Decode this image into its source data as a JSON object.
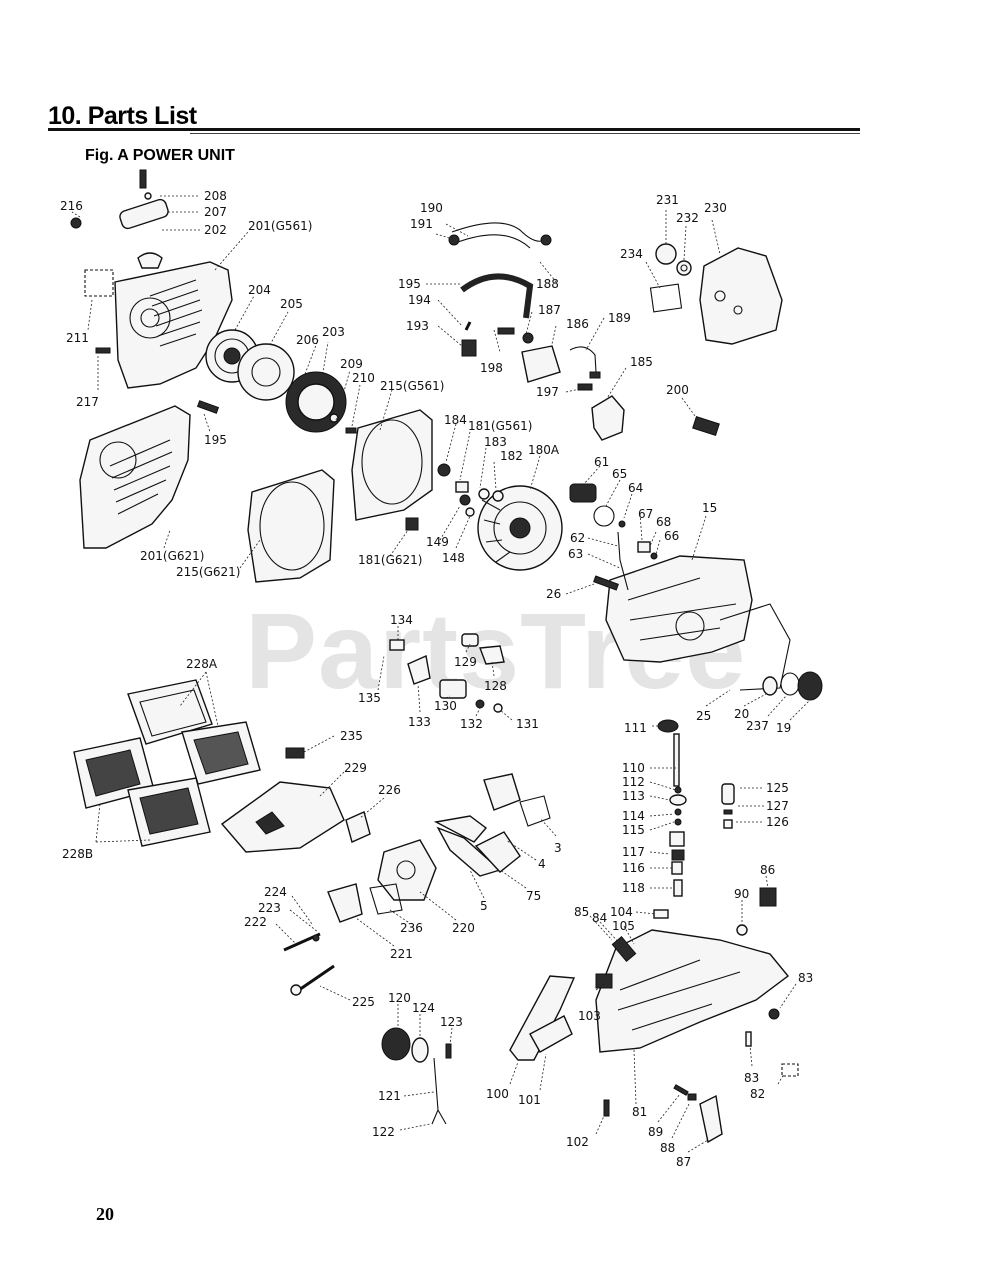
{
  "section_title": "10. Parts List",
  "figure_title": "Fig. A  POWER UNIT",
  "page_number": "20",
  "watermark": "PartsTree",
  "part_labels": [
    "216",
    "208",
    "207",
    "202",
    "201(G561)",
    "211",
    "217",
    "204",
    "205",
    "206",
    "203",
    "195",
    "209",
    "210",
    "215(G561)",
    "201(G621)",
    "215(G621)",
    "190",
    "191",
    "188",
    "195",
    "194",
    "187",
    "186",
    "193",
    "198",
    "189",
    "197",
    "185",
    "231",
    "232",
    "230",
    "234",
    "200",
    "184",
    "181(G561)",
    "183",
    "182",
    "180A",
    "149",
    "148",
    "181(G621)",
    "61",
    "65",
    "64",
    "67",
    "68",
    "66",
    "15",
    "62",
    "63",
    "26",
    "134",
    "135",
    "129",
    "128",
    "130",
    "133",
    "132",
    "131",
    "25",
    "20",
    "237",
    "19",
    "228A",
    "235",
    "229",
    "226",
    "228B",
    "3",
    "4",
    "75",
    "224",
    "223",
    "222",
    "221",
    "236",
    "220",
    "5",
    "225",
    "111",
    "110",
    "112",
    "113",
    "114",
    "115",
    "117",
    "116",
    "118",
    "125",
    "127",
    "126",
    "86",
    "90",
    "85",
    "84",
    "104",
    "105",
    "103",
    "83",
    "83",
    "82",
    "120",
    "124",
    "123",
    "121",
    "122",
    "100",
    "101",
    "81",
    "102",
    "89",
    "88",
    "87"
  ]
}
